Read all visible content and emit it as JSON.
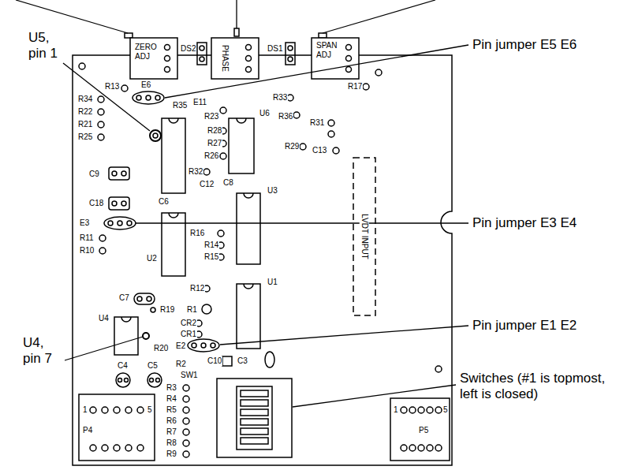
{
  "diagram": {
    "labels": [
      "ZERO ADJ",
      "DS2",
      "PHASE",
      "DS1",
      "SPAN ADJ",
      "R13",
      "E6",
      "R35",
      "E11",
      "R33",
      "R17",
      "R34",
      "R22",
      "R21",
      "R25",
      "R23",
      "U6",
      "R36",
      "R28",
      "R27",
      "R26",
      "R29",
      "R31",
      "C13",
      "C9",
      "R32",
      "C12",
      "C8",
      "C6",
      "U3",
      "C18",
      "E3",
      "LVDT INPUT",
      "R11",
      "R10",
      "R16",
      "R14",
      "R15",
      "U2",
      "U1",
      "R12",
      "C7",
      "R19",
      "R1",
      "U4",
      "CR2",
      "CR1",
      "E2",
      "R20",
      "R2",
      "C10",
      "C3",
      "C4",
      "C5",
      "SW1",
      "R3",
      "R4",
      "R5",
      "R6",
      "R7",
      "R8",
      "R9",
      "1",
      "5",
      "P4",
      "1",
      "5",
      "P5",
      "U5, pin 1",
      "Pin jumper E5 E6",
      "Pin jumper E3 E4",
      "U4, pin 7",
      "Pin jumper E1 E2",
      "Switches (#1 is topmost, left is closed)"
    ]
  }
}
